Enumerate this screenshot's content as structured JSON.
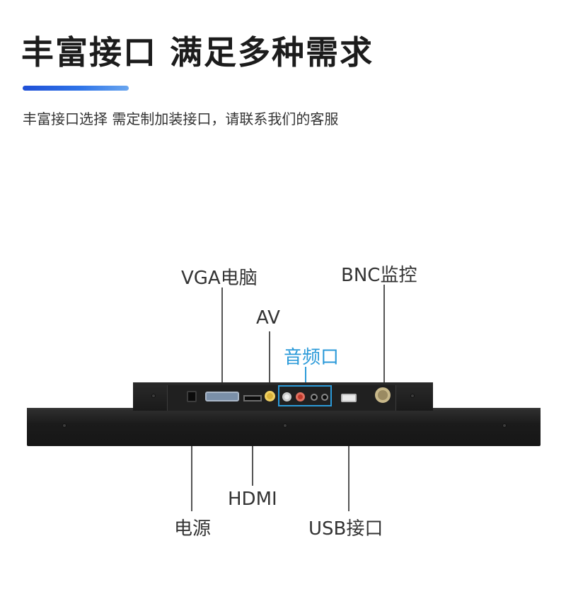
{
  "header": {
    "title": "丰富接口 满足多种需求",
    "subtitle": "丰富接口选择 需定制加装接口，请联系我们的客服",
    "accent_color": "#2f74e8"
  },
  "callouts": {
    "vga": "VGA电脑",
    "bnc": "BNC监控",
    "av": "AV",
    "audio": "音频口",
    "hdmi": "HDMI",
    "power": "电源",
    "usb": "USB接口"
  },
  "colors": {
    "highlight": "#2b9ad9",
    "device": "#1b1b1b"
  }
}
